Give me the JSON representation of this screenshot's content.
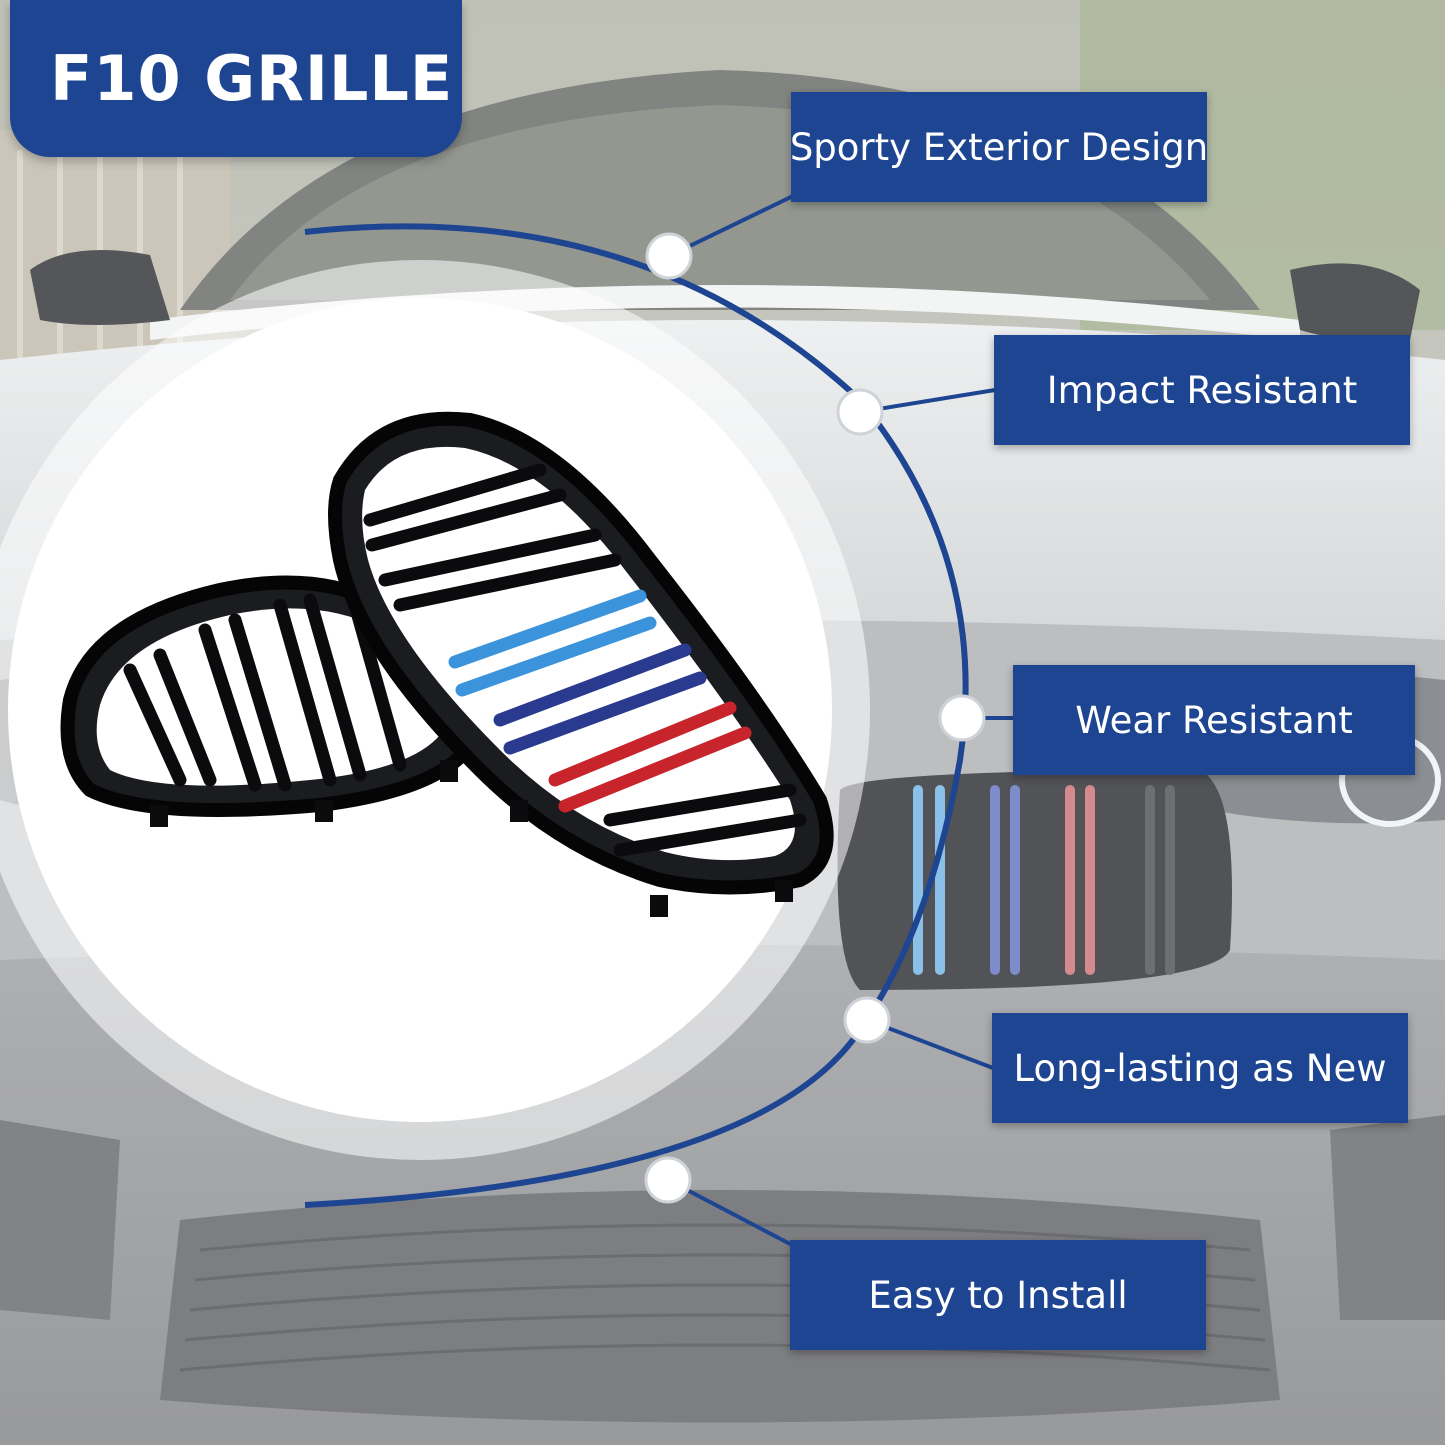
{
  "title": "F10 GRILLE",
  "features": [
    {
      "label": "Sporty Exterior Design"
    },
    {
      "label": "Impact Resistant"
    },
    {
      "label": "Wear Resistant"
    },
    {
      "label": "Long-lasting as New"
    },
    {
      "label": "Easy to Install"
    }
  ],
  "colors": {
    "brand_blue": "#1e4591",
    "stripe_light_blue": "#3b94db",
    "stripe_dark_blue": "#2a3b8f",
    "stripe_red": "#c8242c",
    "grille_black": "#0b0b0d"
  }
}
